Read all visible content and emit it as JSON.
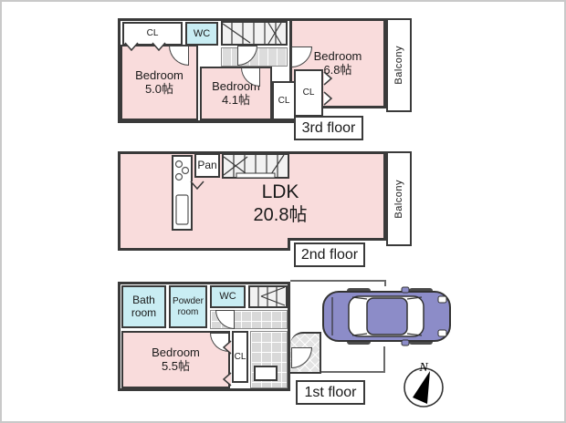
{
  "floor3": {
    "label": "3rd floor",
    "closet_top": "CL",
    "wc": "WC",
    "balcony": "Balcony",
    "bedroom_68": {
      "name": "Bedroom",
      "size": "6.8帖"
    },
    "bedroom_50": {
      "name": "Bedroom",
      "size": "5.0帖"
    },
    "bedroom_41": {
      "name": "Bedroom",
      "size": "4.1帖"
    },
    "closet_mid": "CL",
    "closet_small": "CL"
  },
  "floor2": {
    "label": "2nd floor",
    "pantry": "Pan",
    "balcony": "Balcony",
    "ldk": {
      "name": "LDK",
      "size": "20.8帖"
    }
  },
  "floor1": {
    "label": "1st floor",
    "bathroom": {
      "line1": "Bath",
      "line2": "room"
    },
    "powder_room": {
      "line1": "Powder",
      "line2": "room"
    },
    "wc": "WC",
    "bedroom_55": {
      "name": "Bedroom",
      "size": "5.5帖"
    },
    "closet": "CL"
  },
  "compass": {
    "north": "N"
  },
  "colors": {
    "room_pink": "#f9dcdc",
    "wet_area_cyan": "#c9edf3",
    "wall": "#3a3a3a",
    "tile_gray": "#d9d9d9",
    "car_body": "#8c8cc8"
  }
}
